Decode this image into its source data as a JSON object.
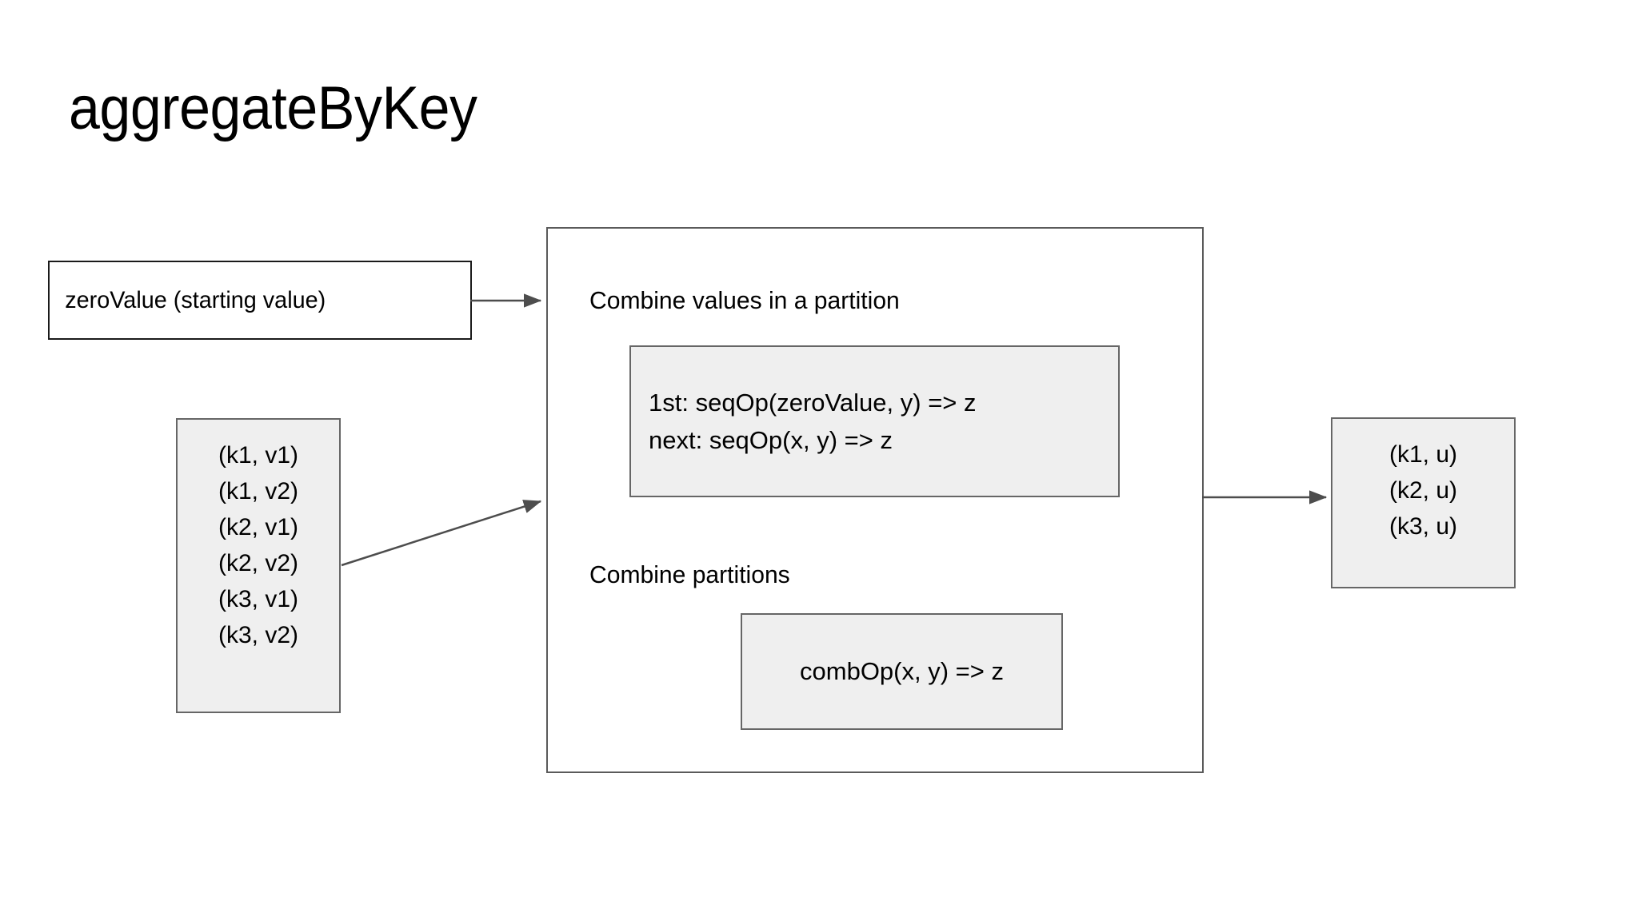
{
  "title": "aggregateByKey",
  "zero_value": {
    "label": "zeroValue (starting value)"
  },
  "input": {
    "pairs": [
      "(k1, v1)",
      "(k1, v2)",
      "(k2, v1)",
      "(k2, v2)",
      "(k3, v1)",
      "(k3, v2)"
    ]
  },
  "operation": {
    "seq_section_label": "Combine values in a partition",
    "seq_op_lines": [
      "1st: seqOp(zeroValue, y) => z",
      "next: seqOp(x, y) => z"
    ],
    "comb_section_label": "Combine partitions",
    "comb_op_label": "combOp(x, y) => z"
  },
  "output": {
    "pairs": [
      "(k1, u)",
      "(k2, u)",
      "(k3, u)"
    ]
  },
  "arrows": [
    {
      "name": "zero-value-to-operation"
    },
    {
      "name": "input-to-operation"
    },
    {
      "name": "operation-to-output"
    }
  ],
  "colors": {
    "background": "#ffffff",
    "text": "#000000",
    "box_fill_gray": "#efefef",
    "box_border_gray": "#666666",
    "box_border_black": "#1a1a1a",
    "arrow": "#4d4d4d"
  }
}
